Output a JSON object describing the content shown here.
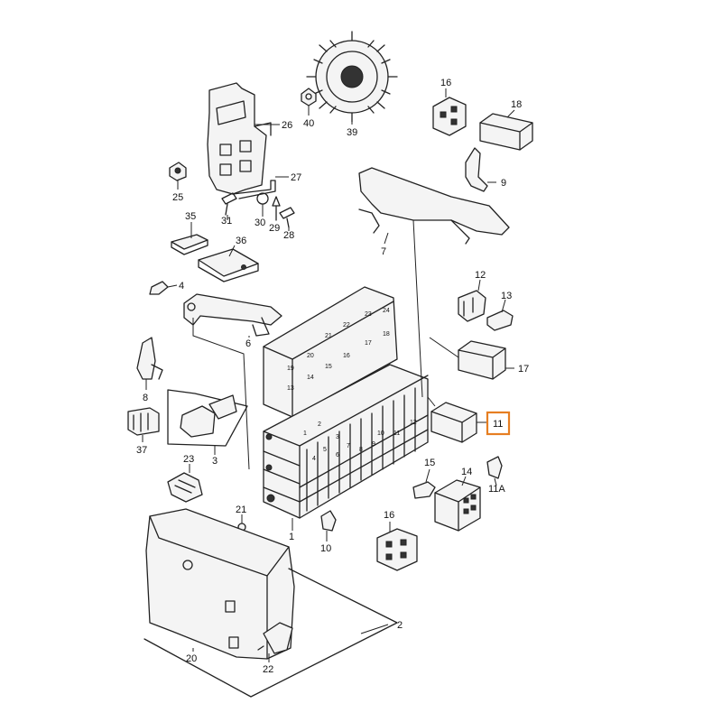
{
  "diagram": {
    "highlight_color": "#e67e22",
    "highlighted_callout": "11",
    "callouts": {
      "c1": "1",
      "c2": "2",
      "c3": "3",
      "c4": "4",
      "c6": "6",
      "c7": "7",
      "c8": "8",
      "c9": "9",
      "c10": "10",
      "c11": "11",
      "c11a": "11A",
      "c12": "12",
      "c13": "13",
      "c14": "14",
      "c15": "15",
      "c16a": "16",
      "c16b": "16",
      "c17": "17",
      "c18": "18",
      "c20": "20",
      "c21": "21",
      "c22": "22",
      "c23": "23",
      "c25": "25",
      "c26": "26",
      "c27": "27",
      "c28": "28",
      "c29": "29",
      "c30": "30",
      "c31": "31",
      "c35": "35",
      "c36": "36",
      "c37": "37",
      "c39": "39",
      "c40": "40"
    },
    "relay_slots": {
      "s24": "24",
      "s23": "23",
      "s22": "22",
      "s21": "21",
      "s20": "20",
      "s19": "19",
      "s18": "18",
      "s17": "17",
      "s16": "16",
      "s15": "15",
      "s14": "14",
      "s13": "13",
      "s12": "12",
      "s11": "11",
      "s10": "10",
      "s9": "9",
      "s8": "8",
      "s7": "7",
      "s6": "6",
      "s5": "5",
      "s4": "4",
      "s3": "3",
      "s2": "2",
      "s1": "1"
    }
  }
}
